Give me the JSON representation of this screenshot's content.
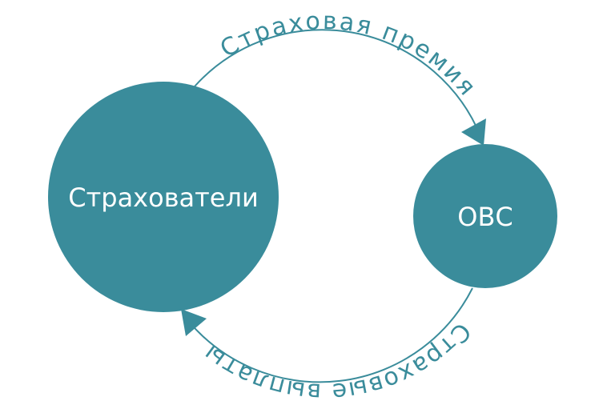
{
  "colors": {
    "accent": "#3a8c9b",
    "node_text": "#ffffff"
  },
  "nodes": {
    "insured": {
      "label": "Страхователи"
    },
    "ovs": {
      "label": "ОВС"
    }
  },
  "edges": {
    "premium": {
      "label": "Страховая премия"
    },
    "payouts": {
      "label": "Страховые выплаты"
    }
  }
}
